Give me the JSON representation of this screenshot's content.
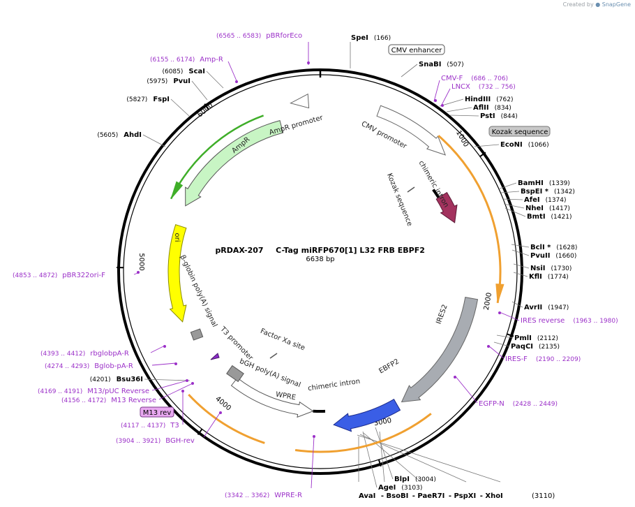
{
  "credit": {
    "prefix": "Created by",
    "brand": "SnapGene"
  },
  "plasmid": {
    "name": "pRDAX-207",
    "full_name": "C-Tag miRFP670[1] L32 FRB EBPF2",
    "length": "6638 bp"
  },
  "ticks": [
    "1000",
    "2000",
    "3000",
    "4000",
    "5000",
    "6000"
  ],
  "site_labels": [
    {
      "name": "SpeI",
      "pos": "(166)"
    },
    {
      "name": "SnaBI",
      "pos": "(507)"
    },
    {
      "name": "HindIII",
      "pos": "(762)"
    },
    {
      "name": "AflII",
      "pos": "(834)"
    },
    {
      "name": "PstI",
      "pos": "(844)"
    },
    {
      "name": "EcoNI",
      "pos": "(1066)"
    },
    {
      "name": "BamHI",
      "pos": "(1339)"
    },
    {
      "name": "BspEI *",
      "pos": "(1342)"
    },
    {
      "name": "AfeI",
      "pos": "(1374)"
    },
    {
      "name": "NheI",
      "pos": "(1417)"
    },
    {
      "name": "BmtI",
      "pos": "(1421)"
    },
    {
      "name": "BclI *",
      "pos": "(1628)"
    },
    {
      "name": "PvuII",
      "pos": "(1660)"
    },
    {
      "name": "NsiI",
      "pos": "(1730)"
    },
    {
      "name": "KflI",
      "pos": "(1774)"
    },
    {
      "name": "AvrII",
      "pos": "(1947)"
    },
    {
      "name": "PmlI",
      "pos": "(2112)"
    },
    {
      "name": "PaqCI",
      "pos": "(2135)"
    },
    {
      "name": "BlpI",
      "pos": "(3004)"
    },
    {
      "name": "AgeI",
      "pos": "(3103)"
    },
    {
      "name": "XhoI",
      "pos": "(3110)"
    },
    {
      "name": "Bsu36I",
      "pos": "(4201)"
    },
    {
      "name": "AhdI",
      "pos": "(5605)"
    },
    {
      "name": "FspI",
      "pos": "(5827)"
    },
    {
      "name": "PvuI",
      "pos": "(5975)"
    },
    {
      "name": "ScaI",
      "pos": "(6085)"
    }
  ],
  "multi_site_label": {
    "items": [
      "AvaI",
      "BsoBI",
      "PaeR7I",
      "PspXI",
      "XhoI"
    ],
    "sep": " - "
  },
  "primer_labels": [
    {
      "name": "pBRforEco",
      "pos": "(6565 .. 6583)"
    },
    {
      "name": "Amp-R",
      "pos": "(6155 .. 6174)"
    },
    {
      "name": "CMV-F",
      "pos": "(686 .. 706)"
    },
    {
      "name": "LNCX",
      "pos": "(732 .. 756)"
    },
    {
      "name": "pBR322ori-F",
      "pos": "(4853 .. 4872)"
    },
    {
      "name": "IRES reverse",
      "pos": "(1963 .. 1980)"
    },
    {
      "name": "IRES-F",
      "pos": "(2190 .. 2209)"
    },
    {
      "name": "EGFP-N",
      "pos": "(2428 .. 2449)"
    },
    {
      "name": "rbglobpA-R",
      "pos": "(4393 .. 4412)"
    },
    {
      "name": "Bglob-pA-R",
      "pos": "(4274 .. 4293)"
    },
    {
      "name": "M13/pUC Reverse",
      "pos": "(4169 .. 4191)"
    },
    {
      "name": "M13 Reverse",
      "pos": "(4156 .. 4172)"
    },
    {
      "name": "T3",
      "pos": "(4117 .. 4137)"
    },
    {
      "name": "BGH-rev",
      "pos": "(3904 .. 3921)"
    },
    {
      "name": "WPRE-R",
      "pos": "(3342 .. 3362)"
    }
  ],
  "boxed_labels": [
    "CMV enhancer",
    "Kozak sequence",
    "M13 rev"
  ],
  "feature_labels": [
    "CMV promoter",
    "chimeric intron",
    "FRB",
    "Kozak sequence",
    "IRES2",
    "EBFP2",
    "chimeric intron",
    "WPRE",
    "bGH poly(A) signal",
    "Factor Xa site",
    "T3 promoter",
    "β-globin poly(A) signal",
    "ori",
    "AmpR",
    "AmpR promoter"
  ],
  "colors": {
    "site": "#000000",
    "primer": "#9b30c8",
    "ring": "#000000",
    "cmv": "#ffffff",
    "frb": "#a3325e",
    "ires": "#a8acb2",
    "ebfp2": "#3a5ee6",
    "ori": "#ffff00",
    "ampr": "#c8f5c4",
    "orange": "#f0a030",
    "grey": "#999999",
    "green": "#3fae29"
  }
}
